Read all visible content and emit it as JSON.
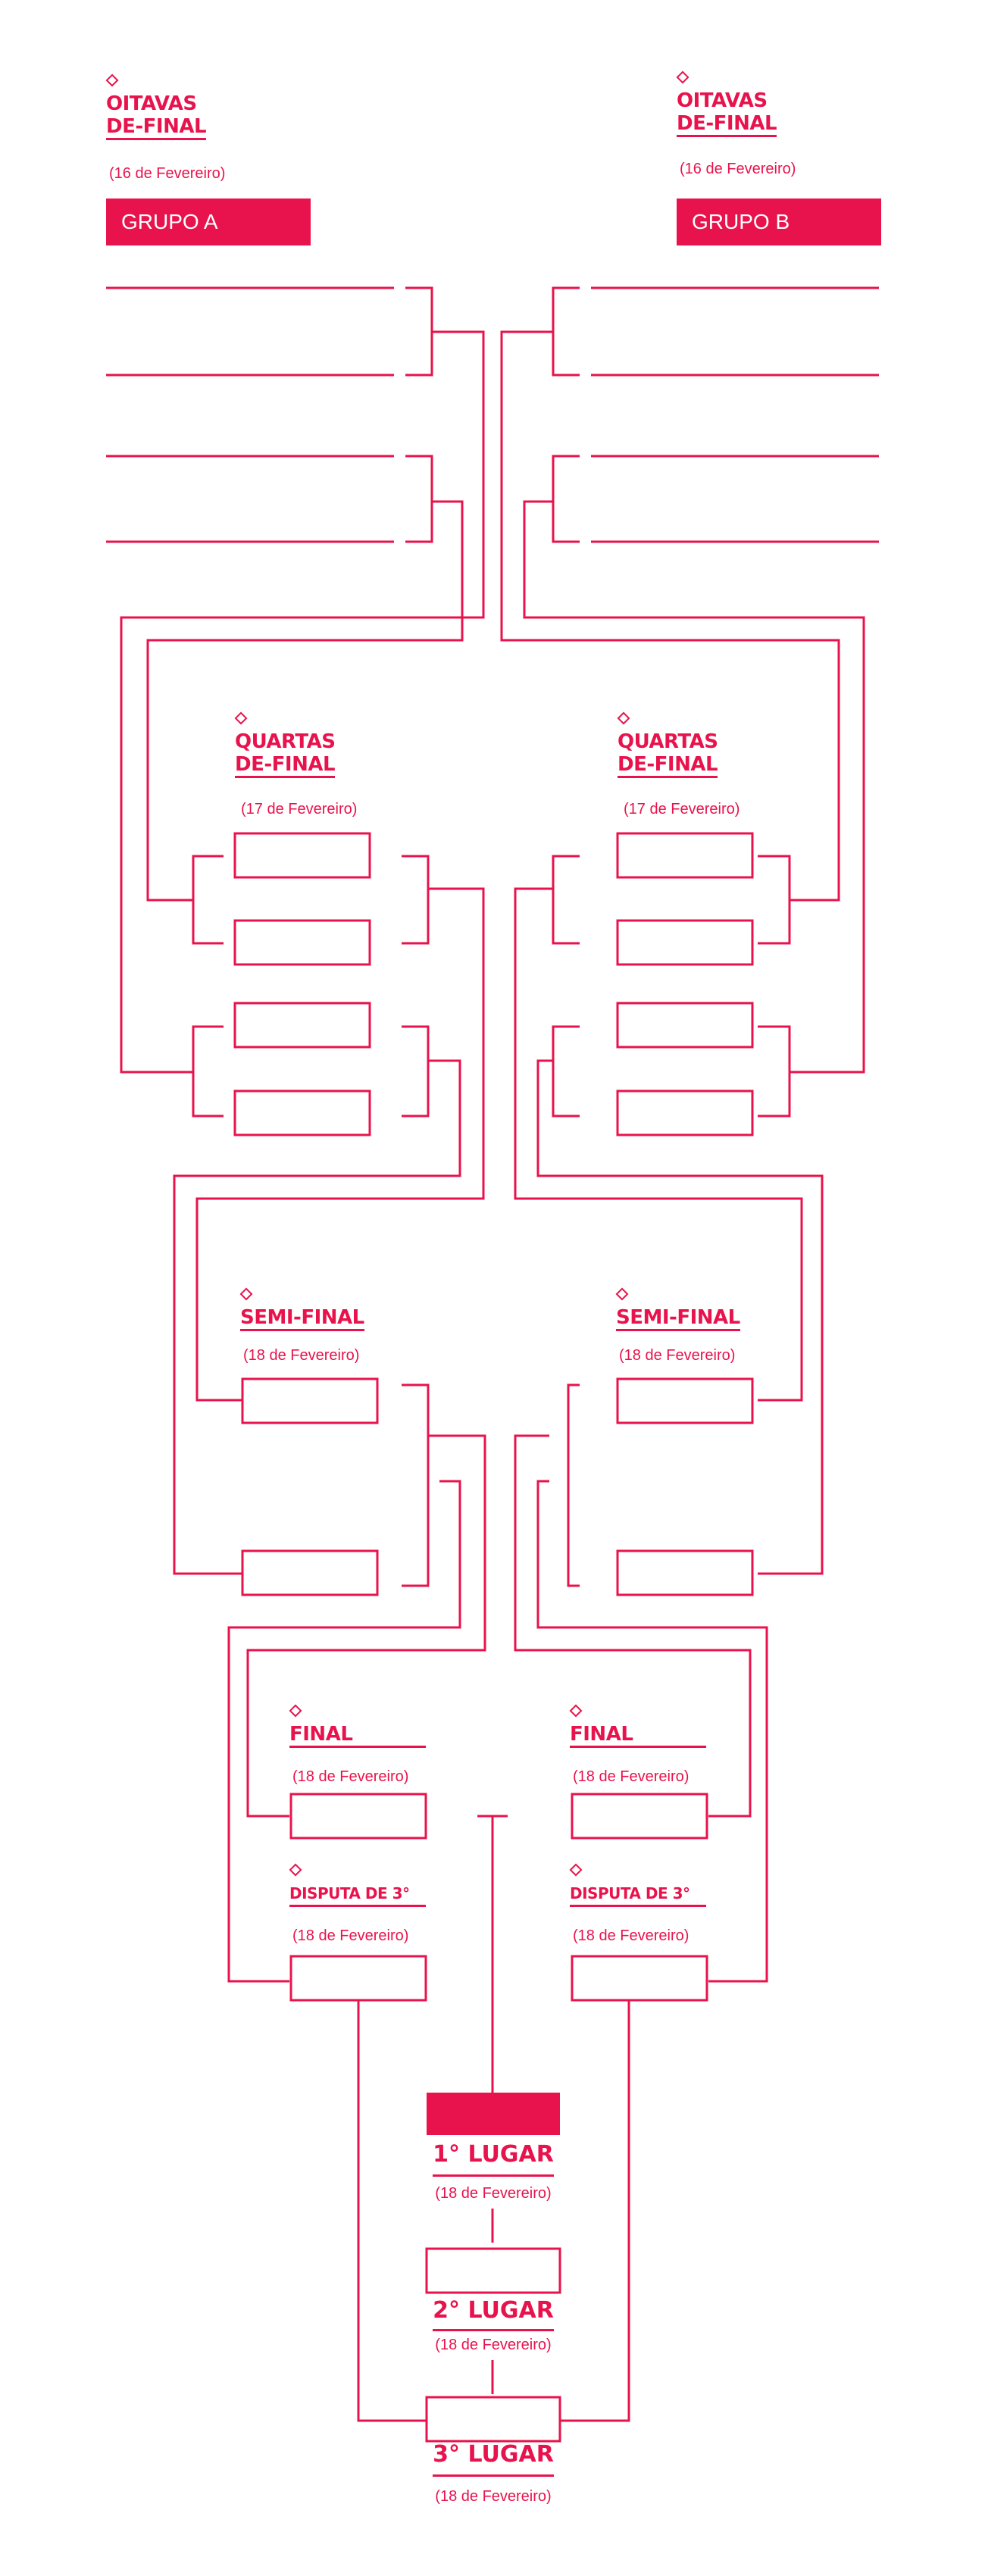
{
  "accent_color": "#e8134c",
  "round_of_16": {
    "left": {
      "title_line1": "OITAVAS",
      "title_line2": "DE-FINAL",
      "date": "(16 de Fevereiro)",
      "group": "GRUPO A"
    },
    "right": {
      "title_line1": "OITAVAS",
      "title_line2": "DE-FINAL",
      "date": "(16 de Fevereiro)",
      "group": "GRUPO B"
    }
  },
  "quarterfinals": {
    "left": {
      "title_line1": "QUARTAS",
      "title_line2": "DE-FINAL",
      "date": "(17 de Fevereiro)"
    },
    "right": {
      "title_line1": "QUARTAS",
      "title_line2": "DE-FINAL",
      "date": "(17 de Fevereiro)"
    }
  },
  "semifinals": {
    "left": {
      "title": "SEMI-FINAL",
      "date": "(18 de Fevereiro)"
    },
    "right": {
      "title": "SEMI-FINAL",
      "date": "(18 de Fevereiro)"
    }
  },
  "final": {
    "left": {
      "title": "FINAL",
      "date": "(18 de Fevereiro)"
    },
    "right": {
      "title": "FINAL",
      "date": "(18 de Fevereiro)"
    }
  },
  "third_place_match": {
    "left": {
      "title": "DISPUTA DE 3°",
      "date": "(18 de Fevereiro)"
    },
    "right": {
      "title": "DISPUTA DE 3°",
      "date": "(18 de Fevereiro)"
    }
  },
  "podium": {
    "first": {
      "title": "1° LUGAR",
      "date": "(18 de Fevereiro)"
    },
    "second": {
      "title": "2° LUGAR",
      "date": "(18 de Fevereiro)"
    },
    "third": {
      "title": "3° LUGAR",
      "date": "(18 de Fevereiro)"
    }
  }
}
